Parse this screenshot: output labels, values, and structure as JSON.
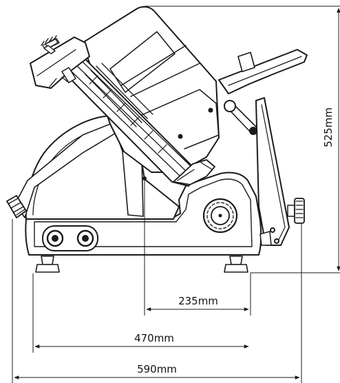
{
  "diagram": {
    "dimensions": {
      "height": "525mm",
      "depth_inner": "235mm",
      "depth_middle": "470mm",
      "width_total": "590mm"
    },
    "colors": {
      "line": "#1a1a1a",
      "fill": "#ffffff",
      "background": "#ffffff"
    }
  }
}
